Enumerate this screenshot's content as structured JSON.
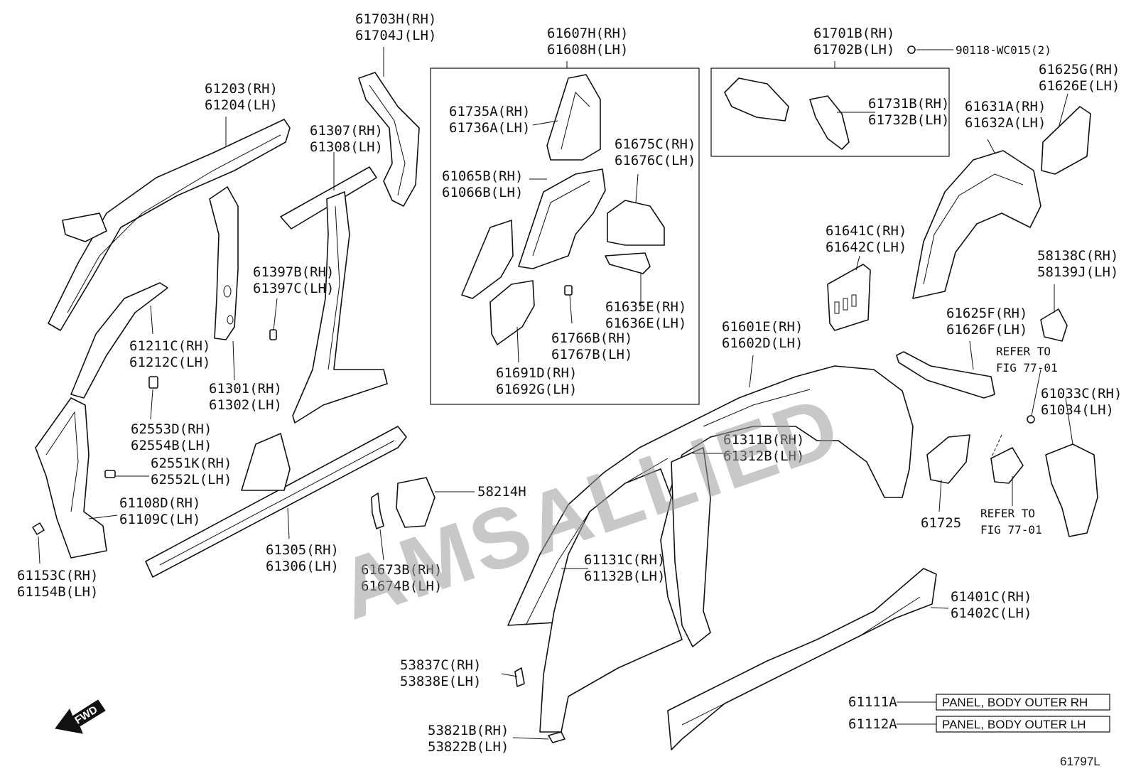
{
  "labels": {
    "p61703": [
      "61703H(RH)",
      "61704J(LH)"
    ],
    "p61607": [
      "61607H(RH)",
      "61608H(LH)"
    ],
    "p61701": [
      "61701B(RH)",
      "61702B(LH)"
    ],
    "p90118": "90118-WC015(2)",
    "p61203": [
      "61203(RH)",
      "61204(LH)"
    ],
    "p61307": [
      "61307(RH)",
      "61308(LH)"
    ],
    "p61735": [
      "61735A(RH)",
      "61736A(LH)"
    ],
    "p61731": [
      "61731B(RH)",
      "61732B(LH)"
    ],
    "p61625g": [
      "61625G(RH)",
      "61626E(LH)"
    ],
    "p61631": [
      "61631A(RH)",
      "61632A(LH)"
    ],
    "p61675": [
      "61675C(RH)",
      "61676C(LH)"
    ],
    "p61065": [
      "61065B(RH)",
      "61066B(LH)"
    ],
    "p61397": [
      "61397B(RH)",
      "61397C(LH)"
    ],
    "p61641": [
      "61641C(RH)",
      "61642C(LH)"
    ],
    "p58138": [
      "58138C(RH)",
      "58139J(LH)"
    ],
    "p61635": [
      "61635E(RH)",
      "61636E(LH)"
    ],
    "p61211": [
      "61211C(RH)",
      "61212C(LH)"
    ],
    "p61766": [
      "61766B(RH)",
      "61767B(LH)"
    ],
    "p61601": [
      "61601E(RH)",
      "61602D(LH)"
    ],
    "p61625f": [
      "61625F(RH)",
      "61626F(LH)"
    ],
    "refer1": [
      "REFER TO",
      "FIG 77-01"
    ],
    "p61691": [
      "61691D(RH)",
      "61692G(LH)"
    ],
    "p61301": [
      "61301(RH)",
      "61302(LH)"
    ],
    "p61033": [
      "61033C(RH)",
      "61034(LH)"
    ],
    "p62553": [
      "62553D(RH)",
      "62554B(LH)"
    ],
    "p62551": [
      "62551K(RH)",
      "62552L(LH)"
    ],
    "p61311": [
      "61311B(RH)",
      "61312B(LH)"
    ],
    "p58214": "58214H",
    "p61108": [
      "61108D(RH)",
      "61109C(LH)"
    ],
    "p61725": "61725",
    "refer2": [
      "REFER TO",
      "FIG 77-01"
    ],
    "p61153": [
      "61153C(RH)",
      "61154B(LH)"
    ],
    "p61305": [
      "61305(RH)",
      "61306(LH)"
    ],
    "p61673": [
      "61673B(RH)",
      "61674B(LH)"
    ],
    "p61131": [
      "61131C(RH)",
      "61132B(LH)"
    ],
    "p61401": [
      "61401C(RH)",
      "61402C(LH)"
    ],
    "p53837": [
      "53837C(RH)",
      "53838E(LH)"
    ],
    "p61111": "61111A",
    "p61112": "61112A",
    "p53821": [
      "53821B(RH)",
      "53822B(LH)"
    ],
    "box61111": "PANEL, BODY OUTER RH",
    "box61112": "PANEL, BODY OUTER LH",
    "figure_code": "61797L",
    "fwd": "FWD"
  },
  "watermark": "AMSALLIED",
  "colors": {
    "ink": "#111111",
    "watermark": "#9a9a9a",
    "paper": "#ffffff"
  }
}
